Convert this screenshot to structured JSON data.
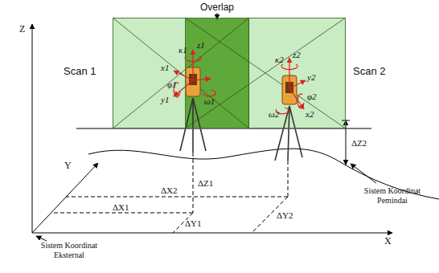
{
  "diagram": {
    "nodes": [
      {
        "text": [
          "Scan 1"
        ]
      },
      {
        "text": [
          "Overlap"
        ]
      },
      {
        "text": [
          "Scan 2"
        ]
      }
    ],
    "labels": [
      "Z",
      "Y",
      "X",
      "x1",
      "y1",
      "z1",
      "κ1",
      "φ1",
      "ω1",
      "x2",
      "y2",
      "z2",
      "κ2",
      "φ2",
      "ω2",
      "ΔZ1",
      "ΔZ2",
      "ΔY1",
      "ΔY2",
      "ΔX1",
      "ΔX2",
      "Sistem Koordinat Pemindai",
      "Sistem Koordinat Eksternal"
    ]
  }
}
